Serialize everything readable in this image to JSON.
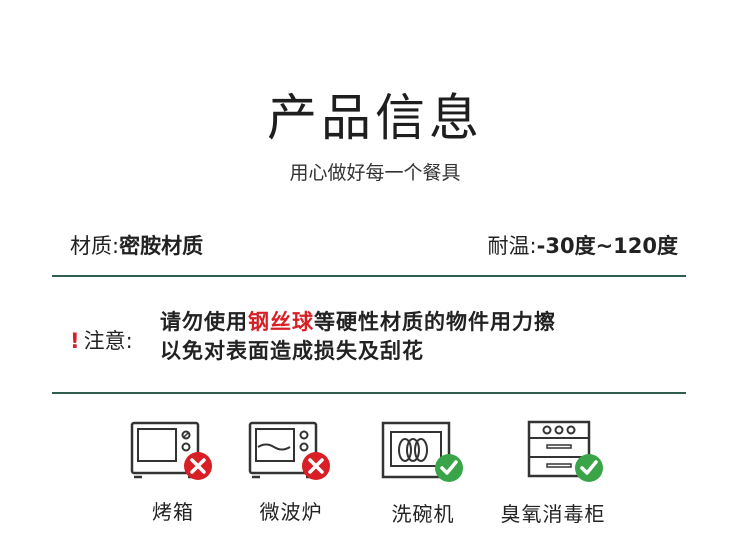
{
  "header": {
    "title": "产品信息",
    "subtitle": "用心做好每一个餐具"
  },
  "specs": {
    "material_label": "材质:",
    "material_value": "密胺材质",
    "temp_label": "耐温:",
    "temp_value": "-30度~120度"
  },
  "notice": {
    "mark": "!",
    "label": "注意:",
    "line1_before": "请勿使用",
    "line1_highlight": "钢丝球",
    "line1_after": "等硬性材质的物件用力擦",
    "line2": "以免对表面造成损失及刮花"
  },
  "appliances": [
    {
      "label": "烤箱",
      "icon": "oven-icon",
      "status": "not-allowed"
    },
    {
      "label": "微波炉",
      "icon": "microwave-icon",
      "status": "not-allowed"
    },
    {
      "label": "洗碗机",
      "icon": "dishwasher-icon",
      "status": "allowed"
    },
    {
      "label": "臭氧消毒柜",
      "icon": "sterilizer-cabinet-icon",
      "status": "allowed"
    }
  ],
  "colors": {
    "accent_red": "#d81f26",
    "accent_green": "#3aa548",
    "rule_green": "#2f5e4e"
  }
}
